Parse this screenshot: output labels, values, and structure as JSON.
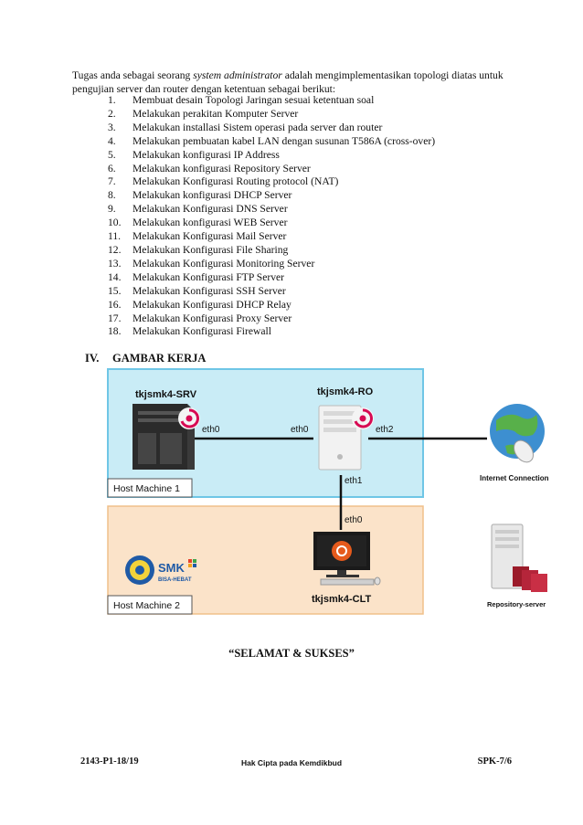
{
  "intro": {
    "part1": "Tugas anda sebagai seorang ",
    "emphasis": "system administrator",
    "part2": " adalah mengimplementasikan topologi diatas untuk pengujian server dan router dengan ketentuan sebagai berikut:"
  },
  "tasks": [
    {
      "num": "1.",
      "text": "Membuat desain Topologi Jaringan sesuai ketentuan soal"
    },
    {
      "num": "2.",
      "text": "Melakukan perakitan Komputer Server"
    },
    {
      "num": "3.",
      "text": "Melakukan installasi Sistem operasi pada server dan router"
    },
    {
      "num": "4.",
      "text": "Melakukan pembuatan kabel LAN dengan susunan T586A (cross-over)"
    },
    {
      "num": "5.",
      "text": "Melakukan konfigurasi IP Address"
    },
    {
      "num": "6.",
      "text": "Melakukan konfigurasi Repository Server"
    },
    {
      "num": "7.",
      "text": "Melakukan Konfigurasi Routing protocol (NAT)"
    },
    {
      "num": "8.",
      "text": "Melakukan konfigurasi DHCP Server"
    },
    {
      "num": "9.",
      "text": "Melakukan Konfigurasi DNS Server"
    },
    {
      "num": "10.",
      "text": "Melakukan konfigurasi WEB Server"
    },
    {
      "num": "11.",
      "text": "Melakukan Konfigurasi Mail Server"
    },
    {
      "num": "12.",
      "text": "Melakukan Konfigurasi File Sharing"
    },
    {
      "num": "13.",
      "text": "Melakukan Konfigurasi Monitoring Server"
    },
    {
      "num": "14.",
      "text": "Melakukan Konfigurasi FTP Server"
    },
    {
      "num": "15.",
      "text": "Melakukan Konfigurasi SSH Server"
    },
    {
      "num": "16.",
      "text": "Melakukan Konfigurasi DHCP Relay"
    },
    {
      "num": "17.",
      "text": "Melakukan Konfigurasi Proxy Server"
    },
    {
      "num": "18.",
      "text": "Melakukan Konfigurasi Firewall"
    }
  ],
  "section": {
    "roman": "IV.",
    "title": "GAMBAR KERJA"
  },
  "diagram": {
    "srv_label": "tkjsmk4-SRV",
    "ro_label": "tkjsmk4-RO",
    "clt_label": "tkjsmk4-CLT",
    "srv_eth0": "eth0",
    "ro_eth0": "eth0",
    "ro_eth2": "eth2",
    "ro_eth1": "eth1",
    "clt_eth0": "eth0",
    "host1": "Host Machine 1",
    "host2": "Host Machine 2",
    "internet": "Internet Connection",
    "repo": "Repository-server",
    "logo_main": "SMK",
    "logo_sub": "BISA-HEBAT",
    "colors": {
      "host1_fill": "#c9ecf6",
      "host2_fill": "#fbe3c9",
      "frame": "#6fc6e6"
    }
  },
  "closing": "“SELAMAT & SUKSES”",
  "footer": {
    "left": "2143-P1-18/19",
    "center": "Hak Cipta pada Kemdikbud",
    "right": "SPK-7/6"
  }
}
